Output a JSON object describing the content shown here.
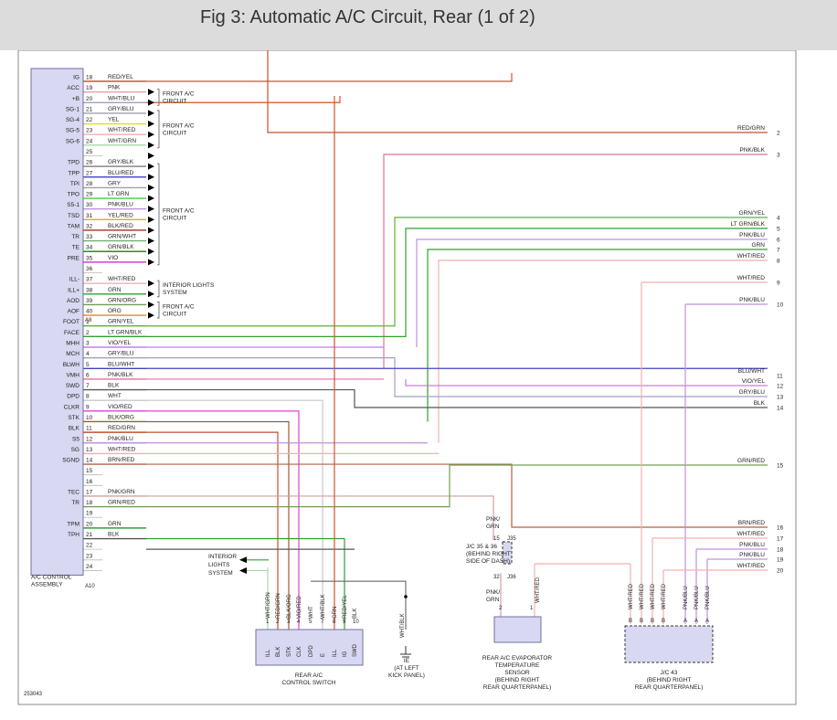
{
  "header": {
    "title": "Fig 3: Automatic A/C Circuit, Rear (1 of 2)"
  },
  "diagram": {
    "assembly_label": [
      "A/C CONTROL",
      "ASSEMBLY"
    ],
    "connectors": {
      "a8": "A8",
      "a10": "A10"
    },
    "figure_id": "253043",
    "left_pins": [
      {
        "label": "IG",
        "num": "18",
        "wire": "RED/YEL",
        "color": "#d9502a"
      },
      {
        "label": "ACC",
        "num": "19",
        "wire": "PNK",
        "color": "#e8a0a8"
      },
      {
        "label": "+B",
        "num": "20",
        "wire": "WHT/BLU",
        "color": "#9aa0c8"
      },
      {
        "label": "SG-1",
        "num": "21",
        "wire": "GRY/BLU",
        "color": "#a0a0b0"
      },
      {
        "label": "SG-4",
        "num": "22",
        "wire": "YEL",
        "color": "#e6e000"
      },
      {
        "label": "SG-5",
        "num": "23",
        "wire": "WHT/RED",
        "color": "#f0b0b0"
      },
      {
        "label": "SG-6",
        "num": "24",
        "wire": "WHT/GRN",
        "color": "#a8d8a8"
      },
      {
        "label": "",
        "num": "25",
        "wire": "",
        "color": ""
      },
      {
        "label": "TPD",
        "num": "26",
        "wire": "GRY/BLK",
        "color": "#888888"
      },
      {
        "label": "TPP",
        "num": "27",
        "wire": "BLU/RED",
        "color": "#5050d0"
      },
      {
        "label": "TPI",
        "num": "28",
        "wire": "GRY",
        "color": "#a0a0a0"
      },
      {
        "label": "TPO",
        "num": "29",
        "wire": "LT GRN",
        "color": "#40d040"
      },
      {
        "label": "S5-1",
        "num": "30",
        "wire": "PNK/BLU",
        "color": "#c090e0"
      },
      {
        "label": "TSD",
        "num": "31",
        "wire": "YEL/RED",
        "color": "#f0a020"
      },
      {
        "label": "TAM",
        "num": "32",
        "wire": "BLK/RED",
        "color": "#a03020"
      },
      {
        "label": "TR",
        "num": "33",
        "wire": "GRN/WHT",
        "color": "#70b070"
      },
      {
        "label": "TE",
        "num": "34",
        "wire": "GRN/BLK",
        "color": "#2a8a2a"
      },
      {
        "label": "PRE",
        "num": "35",
        "wire": "VIO",
        "color": "#d040d0"
      },
      {
        "label": "",
        "num": "36",
        "wire": "",
        "color": ""
      },
      {
        "label": "ILL-",
        "num": "37",
        "wire": "WHT/RED",
        "color": "#f0b0b0"
      },
      {
        "label": "ILL+",
        "num": "38",
        "wire": "GRN",
        "color": "#30a030"
      },
      {
        "label": "AOD",
        "num": "39",
        "wire": "GRN/ORG",
        "color": "#70a050"
      },
      {
        "label": "AOF",
        "num": "40",
        "wire": "ORG",
        "color": "#f08020"
      },
      {
        "label": "FOOT",
        "num": "1",
        "wire": "GRN/YEL",
        "color": "#60b030"
      },
      {
        "label": "FACE",
        "num": "2",
        "wire": "LT GRN/BLK",
        "color": "#30a030"
      },
      {
        "label": "MHH",
        "num": "3",
        "wire": "VIO/YEL",
        "color": "#c080e0"
      },
      {
        "label": "MCH",
        "num": "4",
        "wire": "GRY/BLU",
        "color": "#a0a0c0"
      },
      {
        "label": "BLWH",
        "num": "5",
        "wire": "BLU/WHT",
        "color": "#4040c0"
      },
      {
        "label": "VMH",
        "num": "6",
        "wire": "PNK/BLK",
        "color": "#e070a0"
      },
      {
        "label": "SWD",
        "num": "7",
        "wire": "BLK",
        "color": "#555555"
      },
      {
        "label": "DPD",
        "num": "8",
        "wire": "WHT",
        "color": "#c8c8c8"
      },
      {
        "label": "CLKR",
        "num": "9",
        "wire": "VIO/RED",
        "color": "#e040d0"
      },
      {
        "label": "STK",
        "num": "10",
        "wire": "BLK/ORG",
        "color": "#a05a30"
      },
      {
        "label": "BLK",
        "num": "11",
        "wire": "RED/GRN",
        "color": "#c05030"
      },
      {
        "label": "S5",
        "num": "12",
        "wire": "PNK/BLU",
        "color": "#c090e0"
      },
      {
        "label": "SG",
        "num": "13",
        "wire": "WHT/RED",
        "color": "#f0b0b0"
      },
      {
        "label": "SGND",
        "num": "14",
        "wire": "BRN/RED",
        "color": "#b06040"
      },
      {
        "label": "",
        "num": "15",
        "wire": "",
        "color": ""
      },
      {
        "label": "",
        "num": "16",
        "wire": "",
        "color": ""
      },
      {
        "label": "TEC",
        "num": "17",
        "wire": "PNK/GRN",
        "color": "#d0a0a0"
      },
      {
        "label": "TR",
        "num": "18",
        "wire": "GRN/RED",
        "color": "#70a050"
      },
      {
        "label": "",
        "num": "19",
        "wire": "",
        "color": ""
      },
      {
        "label": "TPM",
        "num": "20",
        "wire": "GRN",
        "color": "#30a030"
      },
      {
        "label": "TPH",
        "num": "21",
        "wire": "BLK",
        "color": "#555555"
      },
      {
        "label": "",
        "num": "22",
        "wire": "",
        "color": ""
      },
      {
        "label": "",
        "num": "23",
        "wire": "",
        "color": ""
      },
      {
        "label": "",
        "num": "24",
        "wire": "",
        "color": ""
      }
    ],
    "group_labels": [
      [
        "FRONT A/C",
        "CIRCUIT"
      ],
      [
        "FRONT A/C",
        "CIRCUIT"
      ],
      [
        "FRONT A/C",
        "CIRCUIT"
      ],
      [
        "INTERIOR LIGHTS",
        "SYSTEM"
      ],
      [
        "FRONT A/C",
        "CIRCUIT"
      ],
      [
        "INTERIOR",
        "LIGHTS",
        "SYSTEM"
      ]
    ],
    "right_pins": [
      {
        "num": "2",
        "wire": "RED/GRN",
        "color": "#c05030"
      },
      {
        "num": "3",
        "wire": "PNK/BLK",
        "color": "#e070a0"
      },
      {
        "num": "4",
        "wire": "GRN/YEL",
        "color": "#60b030"
      },
      {
        "num": "5",
        "wire": "LT GRN/BLK",
        "color": "#30a030"
      },
      {
        "num": "6",
        "wire": "PNK/BLU",
        "color": "#c090e0"
      },
      {
        "num": "7",
        "wire": "GRN",
        "color": "#30a030"
      },
      {
        "num": "8",
        "wire": "WHT/RED",
        "color": "#f0b0b0"
      },
      {
        "num": "9",
        "wire": "WHT/RED",
        "color": "#f0b0b0"
      },
      {
        "num": "10",
        "wire": "PNK/BLU",
        "color": "#c090e0"
      },
      {
        "num": "11",
        "wire": "BLU/WHT",
        "color": "#4040c0"
      },
      {
        "num": "12",
        "wire": "VIO/YEL",
        "color": "#c080e0"
      },
      {
        "num": "13",
        "wire": "GRY/BLU",
        "color": "#a0a0c0"
      },
      {
        "num": "14",
        "wire": "BLK",
        "color": "#555555"
      },
      {
        "num": "15",
        "wire": "GRN/RED",
        "color": "#70a050"
      },
      {
        "num": "16",
        "wire": "BRN/RED",
        "color": "#b06040"
      },
      {
        "num": "17",
        "wire": "WHT/RED",
        "color": "#f0b0b0"
      },
      {
        "num": "18",
        "wire": "PNK/BLU",
        "color": "#c090e0"
      },
      {
        "num": "19",
        "wire": "PNK/BLU",
        "color": "#c090e0"
      },
      {
        "num": "20",
        "wire": "WHT/RED",
        "color": "#f0b0b0"
      }
    ],
    "control_switch": {
      "label": [
        "REAR A/C",
        "CONTROL SWITCH"
      ],
      "pins": [
        {
          "num": "1",
          "wire": "WHT/GRN",
          "term": "ILL"
        },
        {
          "num": "2",
          "wire": "RED/GRN",
          "term": "BLK"
        },
        {
          "num": "3",
          "wire": "BLK/ORG",
          "term": "STK"
        },
        {
          "num": "4",
          "wire": "VIO/RED",
          "term": "CLK"
        },
        {
          "num": "5",
          "wire": "WHT",
          "term": "DPD"
        },
        {
          "num": "7",
          "wire": "WHT/BLK",
          "term": "E"
        },
        {
          "num": "8",
          "wire": "GRN",
          "term": "ILL"
        },
        {
          "num": "9",
          "wire": "RED/YEL",
          "term": "IG"
        },
        {
          "num": "10",
          "wire": "BLK",
          "term": "SWD"
        }
      ]
    },
    "ground": {
      "wire": "WHT/BLK",
      "label": [
        "IE",
        "(AT LEFT",
        "KICK PANEL)"
      ]
    },
    "junction_35": {
      "wire_top": [
        "PNK/",
        "GRN"
      ],
      "pins": [
        "15",
        "J35",
        "32",
        "J36"
      ],
      "label": [
        "J/C 35 & 36",
        "(BEHIND RIGHT",
        "SIDE OF DASH)"
      ],
      "wire_bottom": [
        "PNK/",
        "GRN"
      ]
    },
    "sensor": {
      "pins": [
        "2",
        "1"
      ],
      "wire_right": "WHT/RED",
      "label": [
        "REAR A/C EVAPORATOR",
        "TEMPERATURE",
        "SENSOR",
        "(BEHIND RIGHT",
        "REAR QUARTERPANEL)"
      ]
    },
    "jc43": {
      "wires": [
        "WHT/RED",
        "WHT/RED",
        "WHT/RED",
        "WHT/RED",
        "PNK/BLU",
        "PNK/BLU",
        "PNK/BLU"
      ],
      "pins": [
        "B",
        "B",
        "B",
        "B",
        "A",
        "A",
        "A"
      ],
      "label": [
        "J/C 43",
        "(BEHIND RIGHT",
        "REAR QUARTERPANEL)"
      ]
    }
  }
}
